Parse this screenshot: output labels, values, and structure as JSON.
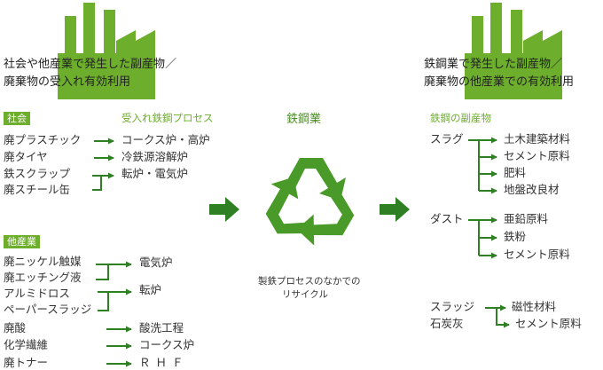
{
  "colors": {
    "accent": "#6dae2c",
    "arrow": "#2f7f23",
    "recycle": "#4a9a2a",
    "text": "#333333"
  },
  "icons": {
    "factory": "factory-icon",
    "recycle": "recycle-icon"
  },
  "left_panel": {
    "title_line1": "社会や他産業で発生した副産物／",
    "title_line2": "廃棄物の受入れ有効利用",
    "process_header": "受入れ鉄鋼プロセス",
    "society": {
      "badge": "社会",
      "sources": [
        "廃プラスチック",
        "廃タイヤ",
        "鉄スクラップ",
        "廃スチール缶"
      ],
      "destinations": [
        "コークス炉・高炉",
        "冷鉄源溶解炉",
        "転炉・電気炉"
      ]
    },
    "other_industry": {
      "badge": "他産業",
      "sources": [
        "廃ニッケル触媒",
        "廃エッチング液",
        "アルミドロス",
        "ペーパースラッジ",
        "廃酸",
        "化学繊維",
        "廃トナー"
      ],
      "destinations": [
        "電気炉",
        "転炉",
        "酸洗工程",
        "コークス炉",
        "ＲＨＦ"
      ]
    }
  },
  "center": {
    "title": "鉄鋼業",
    "caption_line1": "製鉄プロセスのなかでの",
    "caption_line2": "リサイクル"
  },
  "right_panel": {
    "title_line1": "鉄鋼業で発生した副産物／",
    "title_line2": "廃棄物の他産業での有効利用",
    "byproduct_header": "鉄鋼の副産物",
    "slag": {
      "label": "スラグ",
      "uses": [
        "土木建築材料",
        "セメント原料",
        "肥料",
        "地盤改良材"
      ]
    },
    "dust": {
      "label": "ダスト",
      "uses": [
        "亜鉛原料",
        "鉄粉",
        "セメント原料"
      ]
    },
    "sludge": {
      "label": "スラッジ",
      "uses": [
        "磁性材料"
      ]
    },
    "coal_ash": {
      "label": "石炭灰",
      "uses": [
        "セメント原料"
      ]
    }
  }
}
